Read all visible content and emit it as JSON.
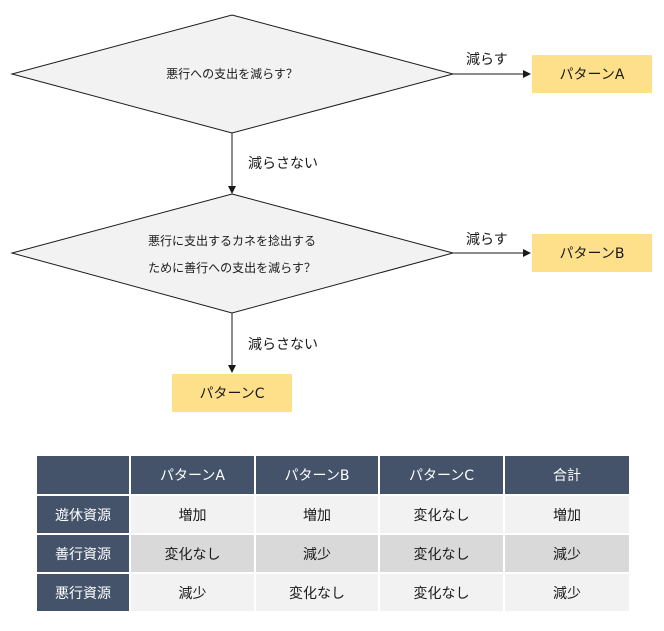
{
  "flow": {
    "q1": "悪行への支出を減らす？",
    "q2_line1": "悪行に支出するカネを捻出する",
    "q2_line2": "ために善行への支出を減らす？",
    "yes_label": "減らす",
    "no_label": "減らさない",
    "pattern_a": "パターンA",
    "pattern_b": "パターンB",
    "pattern_c": "パターンC"
  },
  "table": {
    "headers": [
      "",
      "パターンA",
      "パターンB",
      "パターンC",
      "合計"
    ],
    "rows": [
      {
        "label": "遊休資源",
        "cells": [
          "増加",
          "増加",
          "変化なし",
          "増加"
        ]
      },
      {
        "label": "善行資源",
        "cells": [
          "変化なし",
          "減少",
          "変化なし",
          "減少"
        ]
      },
      {
        "label": "悪行資源",
        "cells": [
          "減少",
          "変化なし",
          "変化なし",
          "減少"
        ]
      }
    ]
  },
  "colors": {
    "pattern_box": "#ffe08a",
    "diamond_fill": "#f2f2f2",
    "header_bg": "#44536a",
    "cell_light": "#f2f2f2",
    "cell_dark": "#d9d9d9"
  }
}
